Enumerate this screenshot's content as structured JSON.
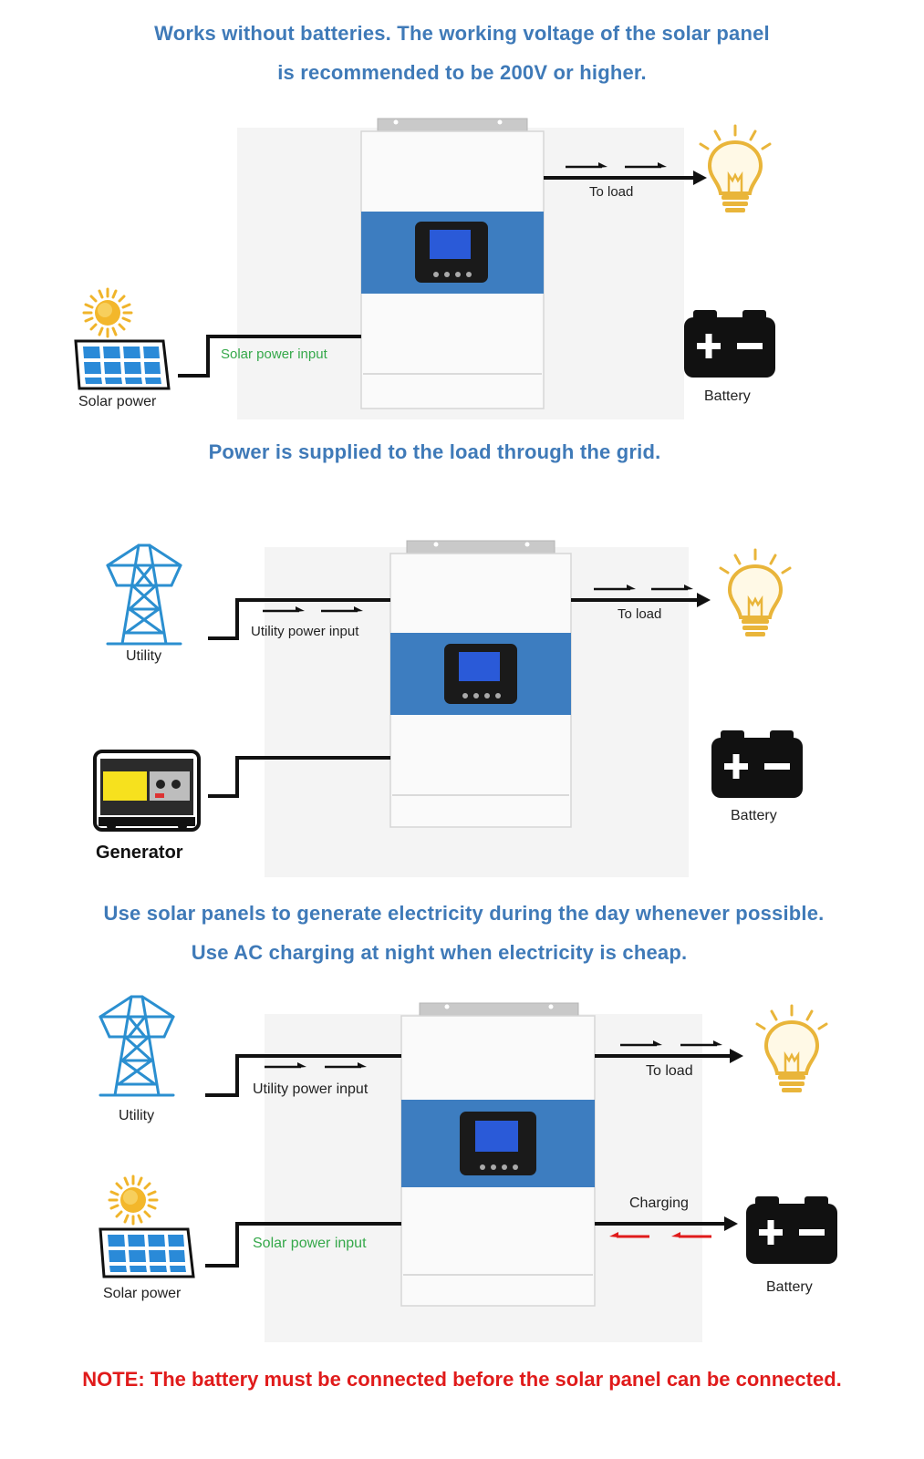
{
  "section1": {
    "heading_line1": "Works without batteries. The working voltage of the solar panel",
    "heading_line2": "is recommended to be 200V or higher.",
    "to_load": "To load",
    "solar_input": "Solar power input",
    "solar_label": "Solar power",
    "battery_label": "Battery"
  },
  "section2": {
    "heading": "Power is supplied to the load through the grid.",
    "to_load": "To load",
    "utility_input": "Utility power input",
    "utility_label": "Utility",
    "generator_label": "Generator",
    "battery_label": "Battery"
  },
  "section3": {
    "heading_line1": "Use solar panels to generate electricity during the day whenever possible.",
    "heading_line2": "Use AC charging at night when electricity is cheap.",
    "to_load": "To load",
    "utility_input": "Utility power input",
    "utility_label": "Utility",
    "solar_input": "Solar power input",
    "solar_label": "Solar power",
    "charging": "Charging",
    "battery_label": "Battery"
  },
  "note": {
    "prefix": "NOTE:",
    "text": " The battery must be connected before the solar panel can be connected."
  },
  "colors": {
    "heading": "#3f7ab8",
    "device_band": "#3d7dc0",
    "lcd": "#2a5ad8",
    "solar_green": "#35a84a",
    "bulb": "#e9b53a",
    "note_red": "#e01b1b",
    "tower_blue": "#2b8fd0"
  },
  "icons": [
    "sun-icon",
    "solar-panel-icon",
    "bulb-icon",
    "battery-icon",
    "utility-tower-icon",
    "generator-icon",
    "inverter-device"
  ]
}
